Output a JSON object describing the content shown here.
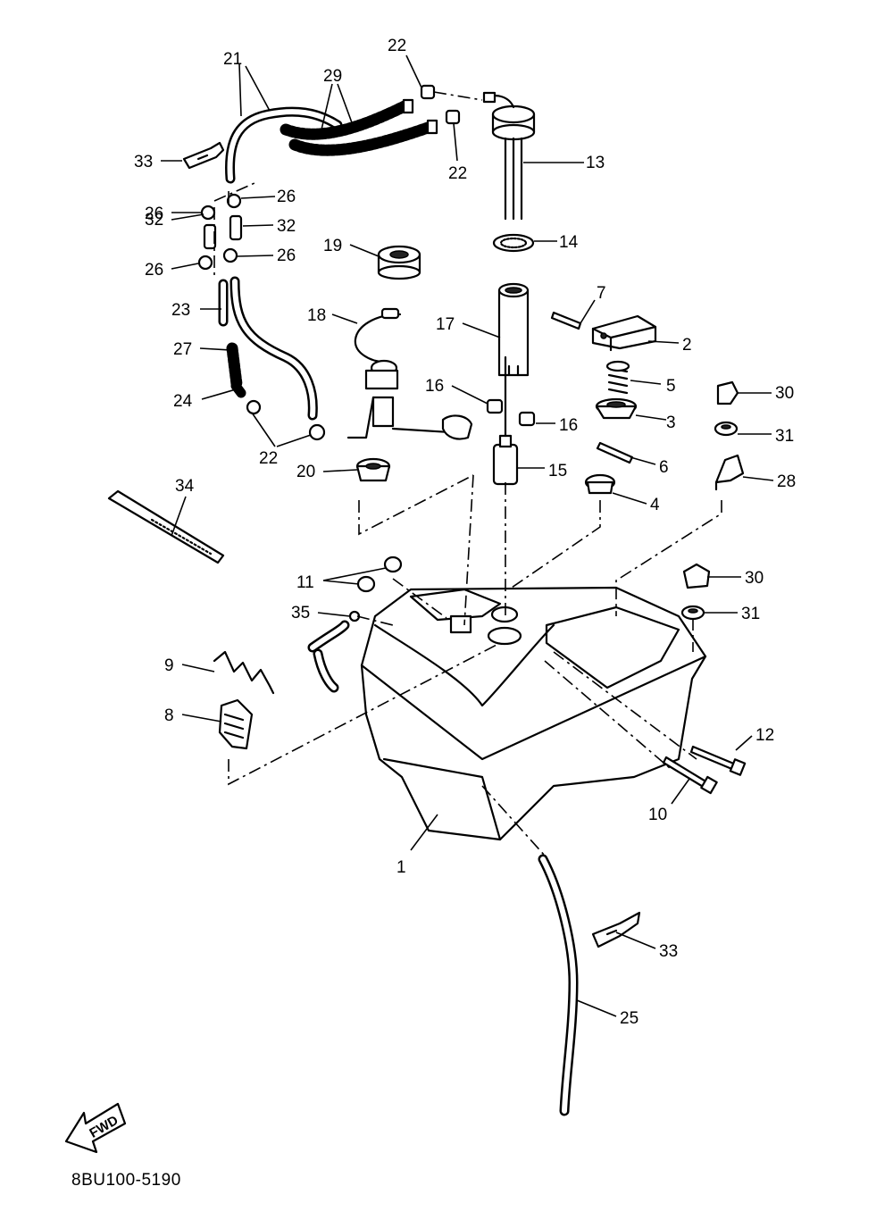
{
  "diagram": {
    "callouts": [
      {
        "id": "c21",
        "text": "21"
      },
      {
        "id": "c29",
        "text": "29"
      },
      {
        "id": "c22a",
        "text": "22"
      },
      {
        "id": "c22b",
        "text": "22"
      },
      {
        "id": "c13",
        "text": "13"
      },
      {
        "id": "c33a",
        "text": "33"
      },
      {
        "id": "c26a",
        "text": "26"
      },
      {
        "id": "c26b",
        "text": "26"
      },
      {
        "id": "c32a",
        "text": "32"
      },
      {
        "id": "c32b",
        "text": "32"
      },
      {
        "id": "c26c",
        "text": "26"
      },
      {
        "id": "c26d",
        "text": "26"
      },
      {
        "id": "c19",
        "text": "19"
      },
      {
        "id": "c14",
        "text": "14"
      },
      {
        "id": "c7",
        "text": "7"
      },
      {
        "id": "c23",
        "text": "23"
      },
      {
        "id": "c18",
        "text": "18"
      },
      {
        "id": "c17",
        "text": "17"
      },
      {
        "id": "c2",
        "text": "2"
      },
      {
        "id": "c27",
        "text": "27"
      },
      {
        "id": "c5",
        "text": "5"
      },
      {
        "id": "c24",
        "text": "24"
      },
      {
        "id": "c16a",
        "text": "16"
      },
      {
        "id": "c30a",
        "text": "30"
      },
      {
        "id": "c3",
        "text": "3"
      },
      {
        "id": "c16b",
        "text": "16"
      },
      {
        "id": "c31a",
        "text": "31"
      },
      {
        "id": "c22c",
        "text": "22"
      },
      {
        "id": "c6",
        "text": "6"
      },
      {
        "id": "c20",
        "text": "20"
      },
      {
        "id": "c15",
        "text": "15"
      },
      {
        "id": "c28",
        "text": "28"
      },
      {
        "id": "c34",
        "text": "34"
      },
      {
        "id": "c4",
        "text": "4"
      },
      {
        "id": "c11",
        "text": "11"
      },
      {
        "id": "c30b",
        "text": "30"
      },
      {
        "id": "c35",
        "text": "35"
      },
      {
        "id": "c31b",
        "text": "31"
      },
      {
        "id": "c9",
        "text": "9"
      },
      {
        "id": "c8",
        "text": "8"
      },
      {
        "id": "c12",
        "text": "12"
      },
      {
        "id": "c10",
        "text": "10"
      },
      {
        "id": "c1",
        "text": "1"
      },
      {
        "id": "c33b",
        "text": "33"
      },
      {
        "id": "c25",
        "text": "25"
      }
    ],
    "fwd_label": "FWD",
    "drawing_code": "8BU100-5190"
  }
}
